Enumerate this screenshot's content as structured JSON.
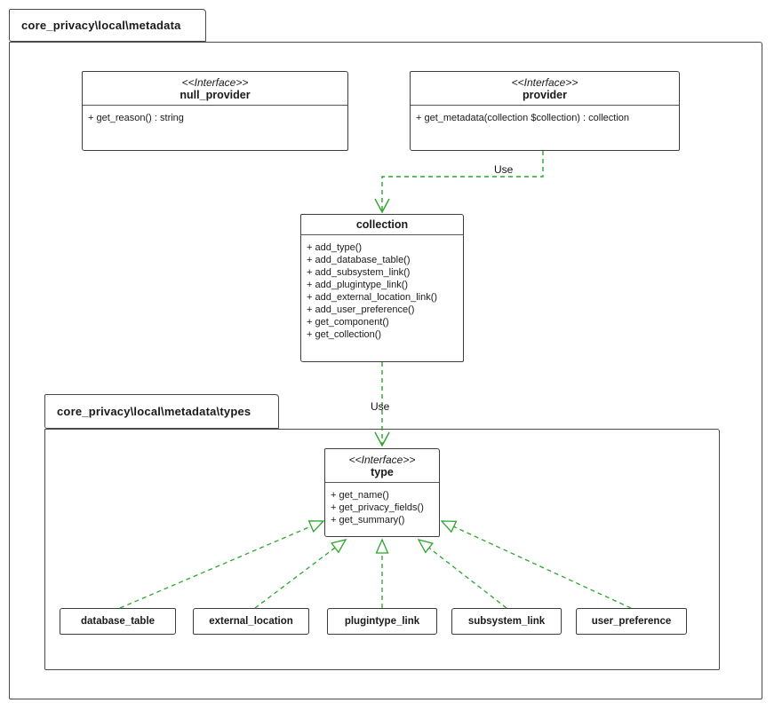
{
  "packages": {
    "outer": {
      "label": "core_privacy\\local\\metadata"
    },
    "types": {
      "label": "core_privacy\\local\\metadata\\types"
    }
  },
  "interfaces": {
    "null_provider": {
      "stereotype": "<<Interface>>",
      "name": "null_provider",
      "methods": [
        "+ get_reason() : string"
      ]
    },
    "provider": {
      "stereotype": "<<Interface>>",
      "name": "provider",
      "methods": [
        "+ get_metadata(collection $collection) : collection"
      ]
    },
    "type": {
      "stereotype": "<<Interface>>",
      "name": "type",
      "methods": [
        "+ get_name()",
        "+ get_privacy_fields()",
        "+ get_summary()"
      ]
    }
  },
  "classes": {
    "collection": {
      "name": "collection",
      "methods": [
        "+ add_type()",
        "+ add_database_table()",
        "+ add_subsystem_link()",
        "+ add_plugintype_link()",
        "+ add_external_location_link()",
        "+ add_user_preference()",
        "+ get_component()",
        "+ get_collection()"
      ]
    },
    "database_table": {
      "name": "database_table"
    },
    "external_location": {
      "name": "external_location"
    },
    "plugintype_link": {
      "name": "plugintype_link"
    },
    "subsystem_link": {
      "name": "subsystem_link"
    },
    "user_preference": {
      "name": "user_preference"
    }
  },
  "edges": {
    "use_label": "Use",
    "color": "#2ca52c"
  },
  "colors": {
    "border": "#4a4a4a",
    "background": "#ffffff",
    "text": "#1a1a1a"
  }
}
